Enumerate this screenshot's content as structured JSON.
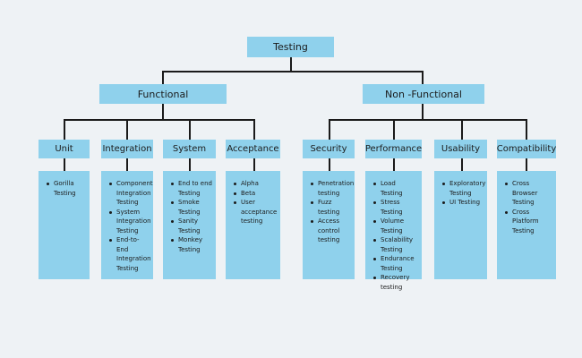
{
  "root": {
    "label": "Testing"
  },
  "functional": {
    "label": "Functional",
    "categories": [
      {
        "label": "Unit",
        "items": [
          "Gorilla Testing"
        ]
      },
      {
        "label": "Integration",
        "items": [
          "Component Integration Testing",
          "System Integration Testing",
          "End-to-End Integration Testing"
        ]
      },
      {
        "label": "System",
        "items": [
          "End to end Testing",
          "Smoke Testing",
          "Sanity Testing",
          "Monkey Testing"
        ]
      },
      {
        "label": "Acceptance",
        "items": [
          "Alpha",
          "Beta",
          "User acceptance testing"
        ]
      }
    ]
  },
  "non_functional": {
    "label": "Non -Functional",
    "categories": [
      {
        "label": "Security",
        "items": [
          "Penetration testing",
          "Fuzz testing",
          "Access control testing"
        ]
      },
      {
        "label": "Performance",
        "items": [
          "Load Testing",
          "Stress Testing",
          "Volume Testing",
          "Scalability Testing",
          "Endurance Testing",
          "Recovery testing"
        ]
      },
      {
        "label": "Usability",
        "items": [
          "Exploratory Testing",
          "UI Testing"
        ]
      },
      {
        "label": "Compatibility",
        "items": [
          "Cross Browser Testing",
          "Cross Platform Testing"
        ]
      }
    ]
  },
  "colors": {
    "background": "#eef2f5",
    "box_fill": "#8fd1ec",
    "connector": "#1a1a1a",
    "text": "#1b1b1b"
  }
}
